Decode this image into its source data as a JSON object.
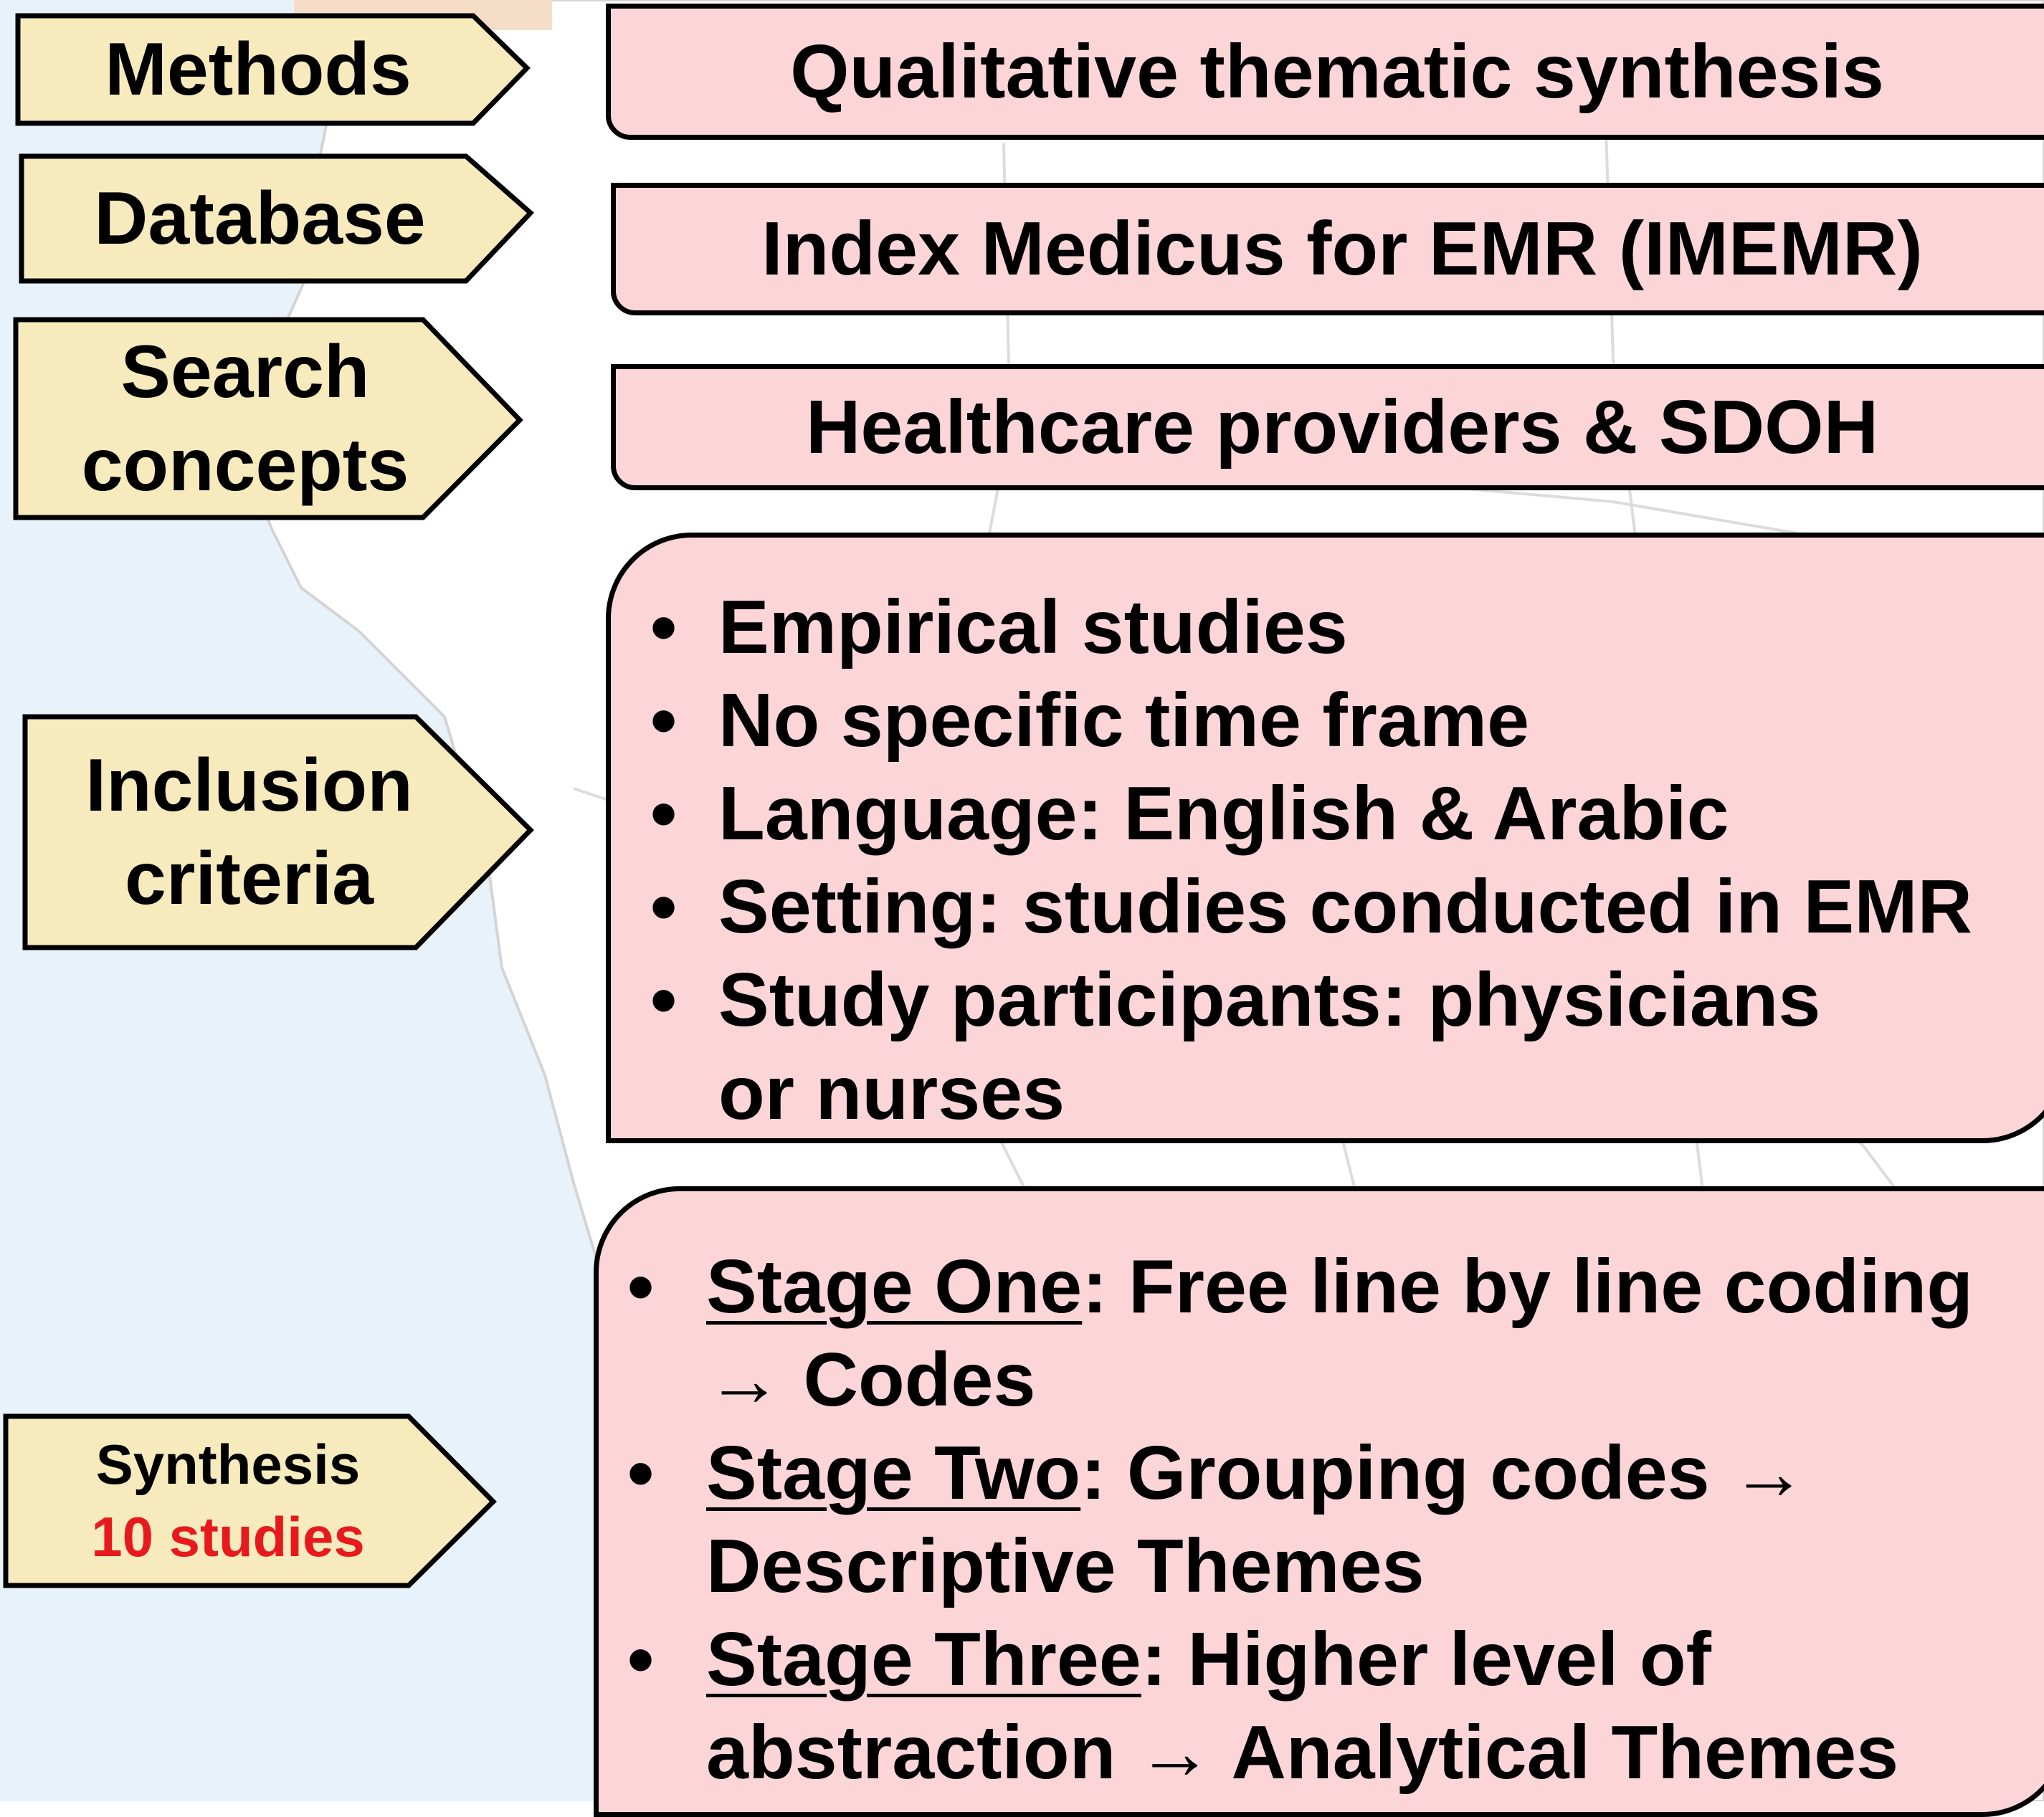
{
  "colors": {
    "tag_fill": "#f7ebbd",
    "box_fill": "#fcd5d8",
    "outline": "#000000",
    "highlight": "#e8191d",
    "map_sea": "#e8f2fb",
    "map_land": "#ffffff",
    "map_border": "#d0d0d0"
  },
  "rows": [
    {
      "tag": {
        "lines": [
          "Methods"
        ]
      },
      "content": {
        "text": "Qualitative thematic synthesis"
      }
    },
    {
      "tag": {
        "lines": [
          "Database"
        ]
      },
      "content": {
        "text": "Index Medicus for EMR (IMEMR)"
      }
    },
    {
      "tag": {
        "lines": [
          "Search",
          "concepts"
        ]
      },
      "content": {
        "text": "Healthcare providers & SDOH"
      }
    },
    {
      "tag": {
        "lines": [
          "Inclusion",
          "criteria"
        ]
      },
      "content": {
        "bullet_symbol": "•",
        "items": [
          "Empirical studies",
          "No specific time frame",
          "Language: English & Arabic",
          "Setting: studies conducted in EMR",
          "Study participants: physicians or nurses"
        ]
      }
    },
    {
      "tag": {
        "title": "Synthesis",
        "count": "10 studies"
      },
      "content": {
        "bullet_symbol": "•",
        "stages": [
          {
            "label": "Stage One",
            "text": ": Free line by line coding → Codes"
          },
          {
            "label": "Stage Two",
            "text": ": Grouping codes → Descriptive Themes"
          },
          {
            "label": "Stage Three",
            "text": ": Higher level of abstraction → Analytical Themes"
          }
        ]
      }
    }
  ]
}
